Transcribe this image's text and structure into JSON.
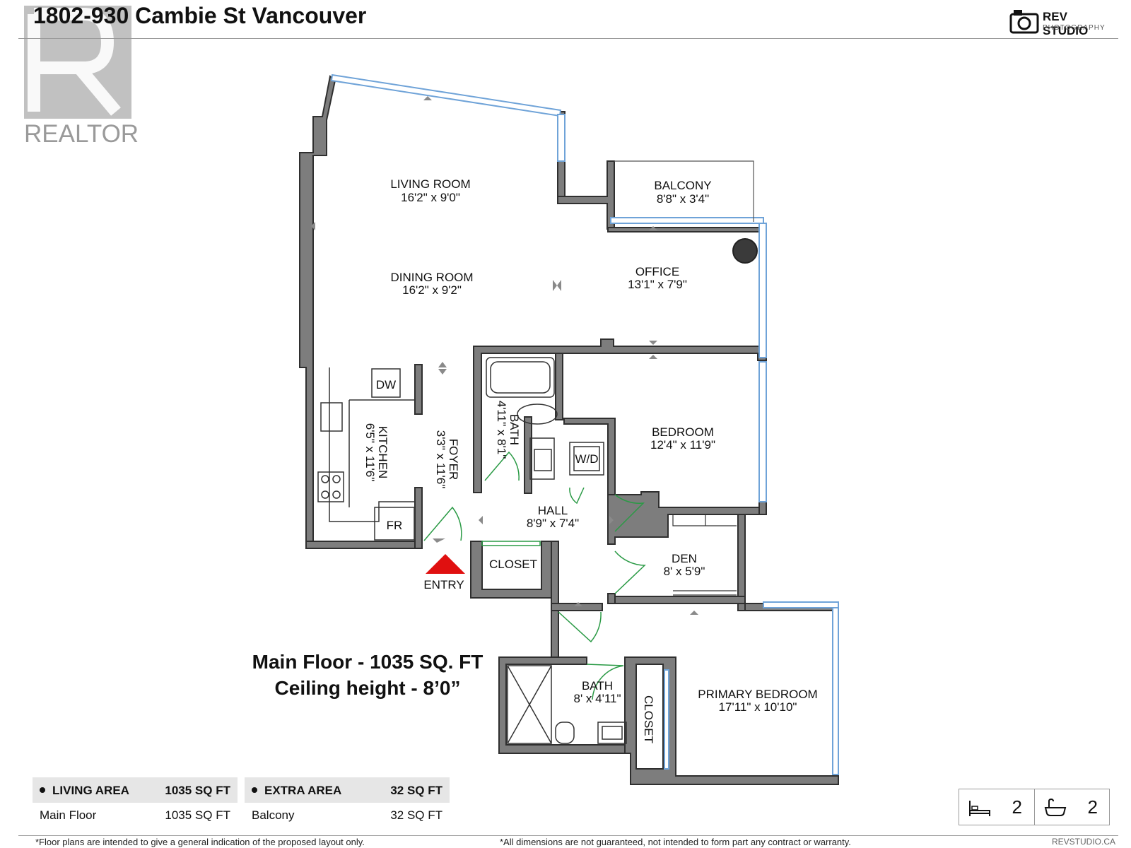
{
  "header": {
    "title": "1802-930 Cambie St Vancouver",
    "brand_name": "REV STUDIO",
    "brand_sub": "PHOTOGRAPHY",
    "realtor_mark": "REALTOR"
  },
  "rooms": [
    {
      "name": "LIVING ROOM",
      "dims": "16'2\" x 9'0\""
    },
    {
      "name": "BALCONY",
      "dims": "8'8\" x 3'4\""
    },
    {
      "name": "DINING ROOM",
      "dims": "16'2\" x 9'2\""
    },
    {
      "name": "OFFICE",
      "dims": "13'1\" x 7'9\""
    },
    {
      "name": "BEDROOM",
      "dims": "12'4\" x 11'9\""
    },
    {
      "name": "HALL",
      "dims": "8'9\" x 7'4\""
    },
    {
      "name": "DEN",
      "dims": "8' x 5'9\""
    },
    {
      "name": "BATH",
      "dims": "8' x 4'11\""
    },
    {
      "name": "PRIMARY BEDROOM",
      "dims": "17'11\" x 10'10\""
    },
    {
      "name": "KITCHEN",
      "dims": "6'5\" x 11'6\""
    },
    {
      "name": "FOYER",
      "dims": "3'3\" x 11'6\""
    },
    {
      "name": "BATH",
      "dims": "4'11\" x 8'1\""
    }
  ],
  "fixtures": {
    "dishwasher": "DW",
    "fridge": "FR",
    "washer_dryer": "W/D",
    "closet": "CLOSET",
    "closet_primary": "CLOSET",
    "entry": "ENTRY"
  },
  "summary": {
    "main_floor": "Main Floor - 1035 SQ. FT",
    "ceiling": "Ceiling height - 8’0”"
  },
  "living_area": {
    "heading": "LIVING AREA",
    "heading_value": "1035 SQ FT",
    "row_label": "Main Floor",
    "row_value": "1035 SQ FT"
  },
  "extra_area": {
    "heading": "EXTRA AREA",
    "heading_value": "32 SQ FT",
    "row_label": "Balcony",
    "row_value": "32 SQ FT"
  },
  "counts": {
    "bedrooms": "2",
    "bathrooms": "2",
    "bed_icon": "bed-icon",
    "bath_icon": "bathtub-icon"
  },
  "footer": {
    "left": "*Floor plans are intended to give a general indication of the proposed layout only.",
    "center": "*All dimensions are not guaranteed, not intended to form part any contract or warranty.",
    "right": "REVSTUDIO.CA"
  },
  "colors": {
    "wall": "#2f2f2f",
    "wall_fill": "#7d7d7d",
    "window": "#6fa3d8",
    "door": "#2a9a45",
    "entry_marker": "#e01010"
  }
}
